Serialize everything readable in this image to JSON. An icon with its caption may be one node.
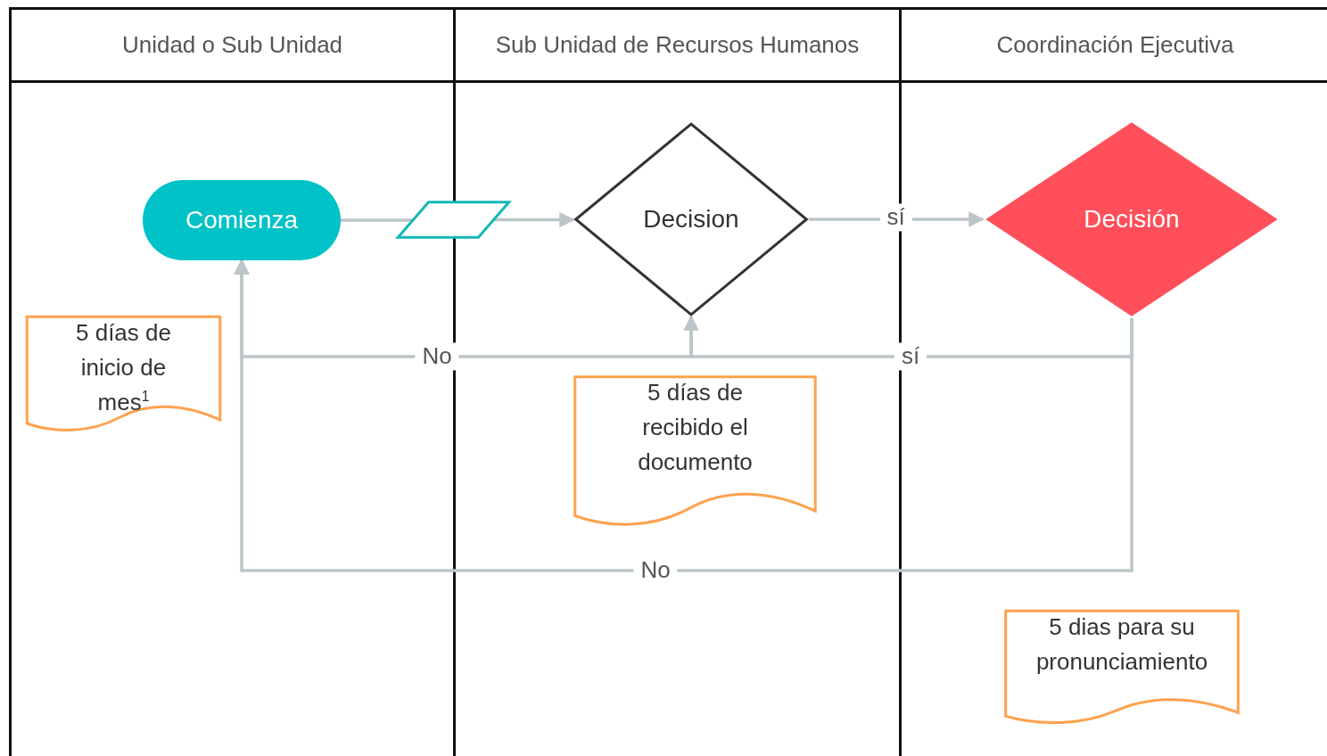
{
  "diagram": {
    "nodes": [
      {
        "text": [
          "Unidad o Sub Unidad"
        ]
      },
      {
        "text": [
          "Sub Unidad de Recursos Humanos"
        ]
      },
      {
        "text": [
          "Coordinación Ejecutiva"
        ]
      },
      {
        "text": [
          "Comienza"
        ],
        "in": 0
      },
      {
        "text": [],
        "shape": "parallelogram"
      },
      {
        "text": [
          "Decision"
        ],
        "in": 1
      },
      {
        "text": [
          "Decisión"
        ],
        "in": 2
      },
      {
        "text": [
          "5 días de inicio de mes$^{1}$"
        ],
        "in": 0
      },
      {
        "text": [
          "5 días de recibido el documento"
        ],
        "in": 1
      },
      {
        "text": [
          "5 dias para su pronunciamiento"
        ],
        "in": 2
      }
    ],
    "edges": [
      {
        "from": 3,
        "to": 4,
        "arrow": "none"
      },
      {
        "from": 4,
        "to": 5,
        "arrow": "to"
      },
      {
        "from": 5,
        "to": 6,
        "arrow": "to",
        "label": "sí"
      },
      {
        "from": 5,
        "to": 3,
        "arrow": "to",
        "label": "No"
      },
      {
        "from": 6,
        "to": 5,
        "arrow": "to",
        "label": "sí"
      },
      {
        "from": 6,
        "to": 3,
        "arrow": "to",
        "label": "No"
      }
    ]
  }
}
